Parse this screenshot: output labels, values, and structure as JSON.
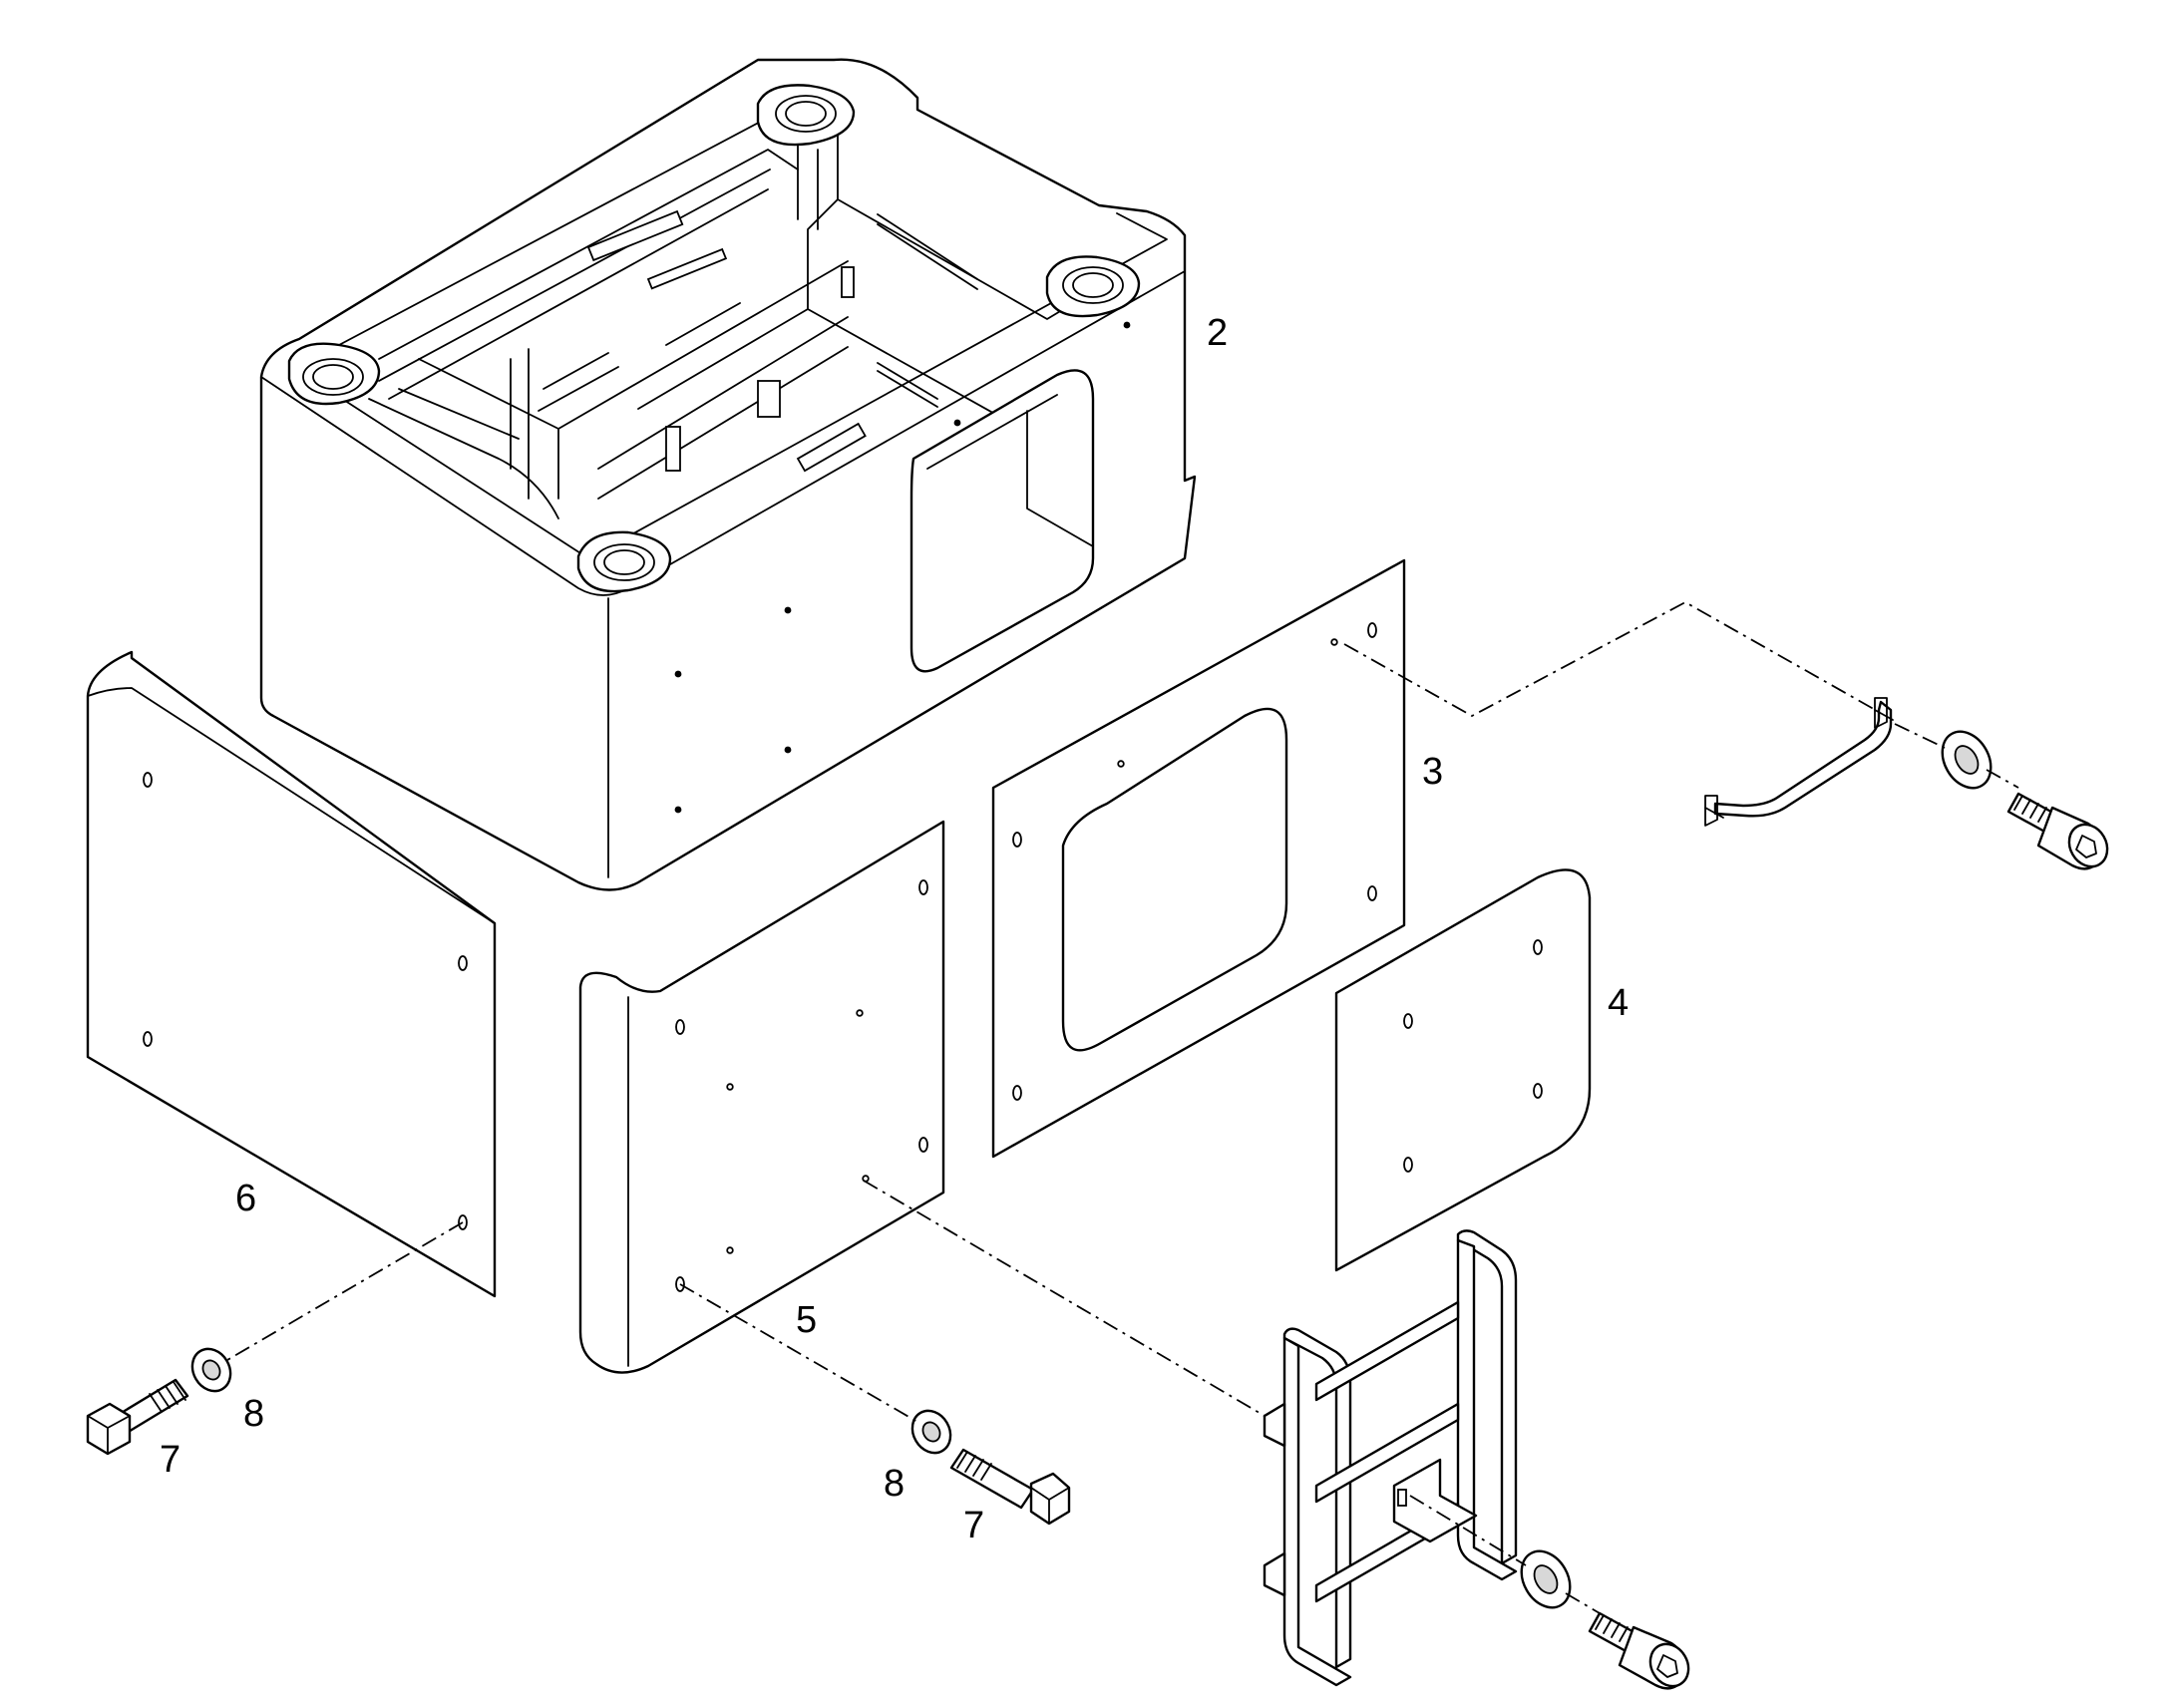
{
  "callouts": {
    "frame": "2",
    "side_panel": "3",
    "cover_plate": "4",
    "front_panel": "5",
    "end_panel": "6",
    "bolt_left": "7",
    "washer_left": "8",
    "washer_center": "8",
    "bolt_center": "7"
  }
}
